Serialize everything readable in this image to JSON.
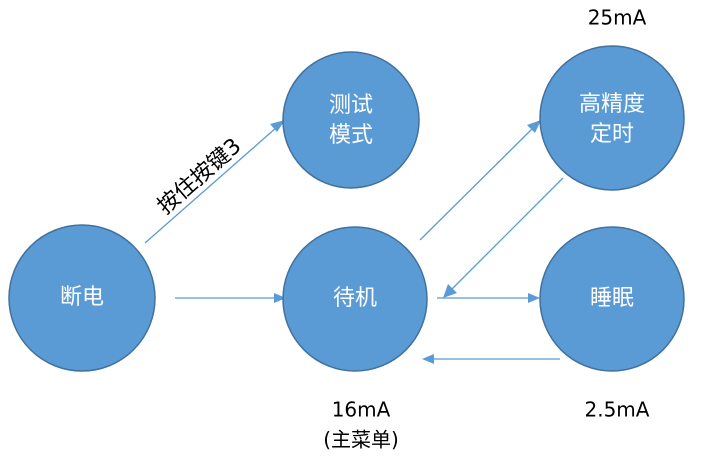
{
  "nodes": {
    "power_off": {
      "line1": "断电",
      "line2": ""
    },
    "test_mode": {
      "line1": "测试",
      "line2": "模式"
    },
    "standby": {
      "line1": "待机",
      "line2": ""
    },
    "precise_timing": {
      "line1": "高精度",
      "line2": "定时"
    },
    "sleep": {
      "line1": "睡眠",
      "line2": ""
    }
  },
  "annotations": {
    "precise_timing_current": "25mA",
    "standby_current": "16mA",
    "standby_note": "(主菜单)",
    "sleep_current": "2.5mA"
  },
  "edges": {
    "power_off_to_test_label": "按住按键3"
  },
  "colors": {
    "node_fill": "#5b9bd5",
    "node_stroke": "#41719c",
    "edge": "#5b9bd5",
    "node_text": "#ffffff"
  }
}
